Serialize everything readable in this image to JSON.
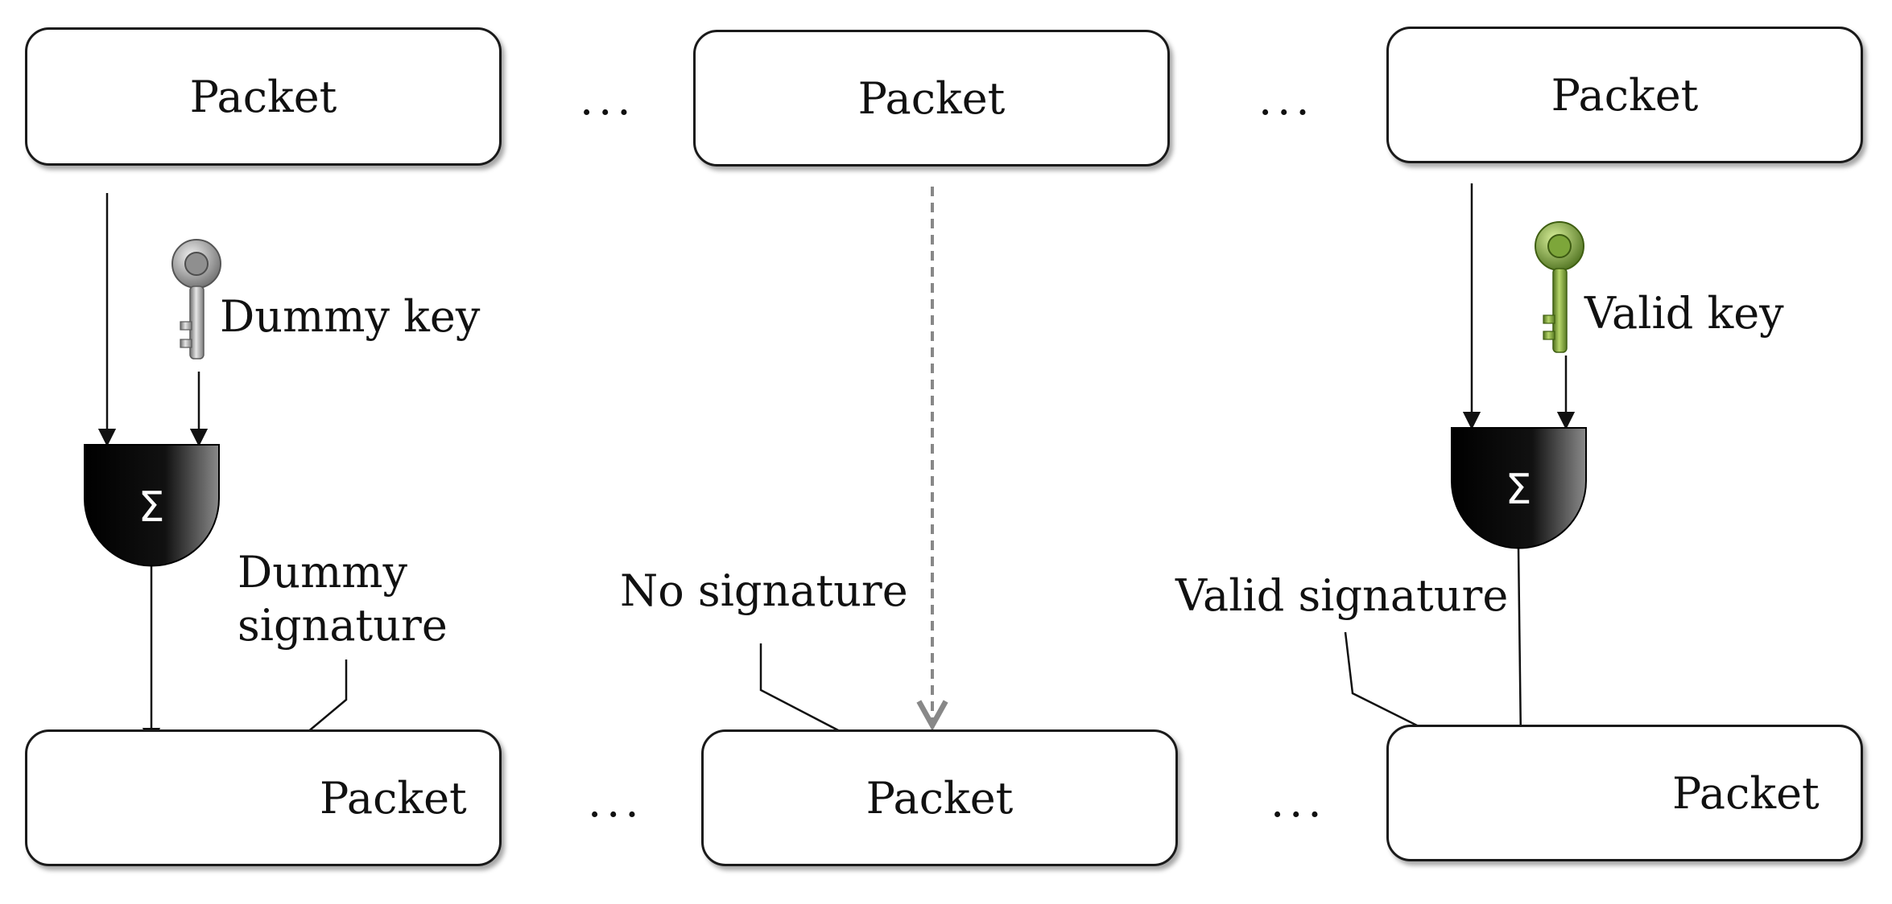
{
  "packets_top": [
    {
      "label": "Packet"
    },
    {
      "label": "Packet"
    },
    {
      "label": "Packet"
    }
  ],
  "packets_bottom": [
    {
      "label": "Packet"
    },
    {
      "label": "Packet"
    },
    {
      "label": "Packet"
    }
  ],
  "ellipsis": "...",
  "keys": {
    "dummy": {
      "label": "Dummy key",
      "icon": "key-icon",
      "color": "#9a9a9a"
    },
    "valid": {
      "label": "Valid key",
      "icon": "key-icon",
      "color": "#7aa23a"
    }
  },
  "signer_symbol": "Σ",
  "signatures": {
    "dummy": {
      "line1": "Dummy",
      "line2": "signature",
      "seal_color": "#a8a8a8"
    },
    "none": {
      "label": "No signature"
    },
    "valid": {
      "label": "Valid signature",
      "seal_color": "#e07a1f",
      "ribbon_color": "#c8202a"
    }
  }
}
